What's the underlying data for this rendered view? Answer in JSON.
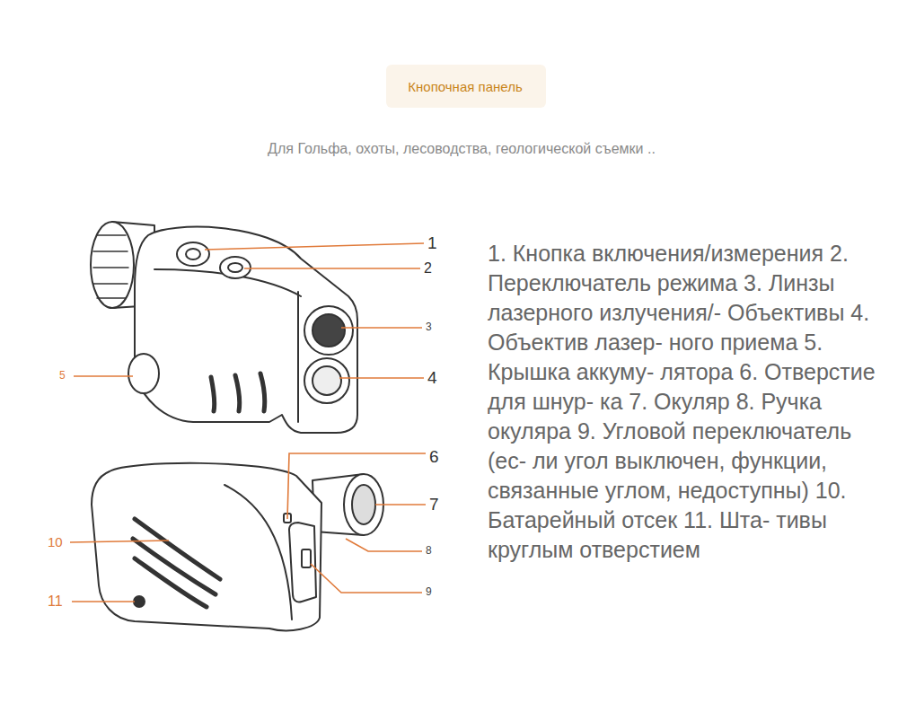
{
  "diagram": {
    "title": "Кнопочная панель",
    "labels": [
      "Для Гольфа, охоты, лесоводства, геологической съемки ..",
      "1",
      "2",
      "3",
      "4",
      "5",
      "6",
      "7",
      "8",
      "9",
      "10",
      "11",
      "1. Кнопка включения/измерения 2. Переключатель режима 3. Линзы лазерного излучения/- Объективы 4. Объектив лазер- ного приема 5. Крышка аккуму- лятора 6. Отверстие для шнур- ка 7. Окуляр 8. Ручка окуляра 9. Угловой переключатель (ес- ли угол выключен, функции, связанные углом, недоступны) 10. Батарейный отсек 11. Шта- тивы круглым отверстием"
    ]
  }
}
